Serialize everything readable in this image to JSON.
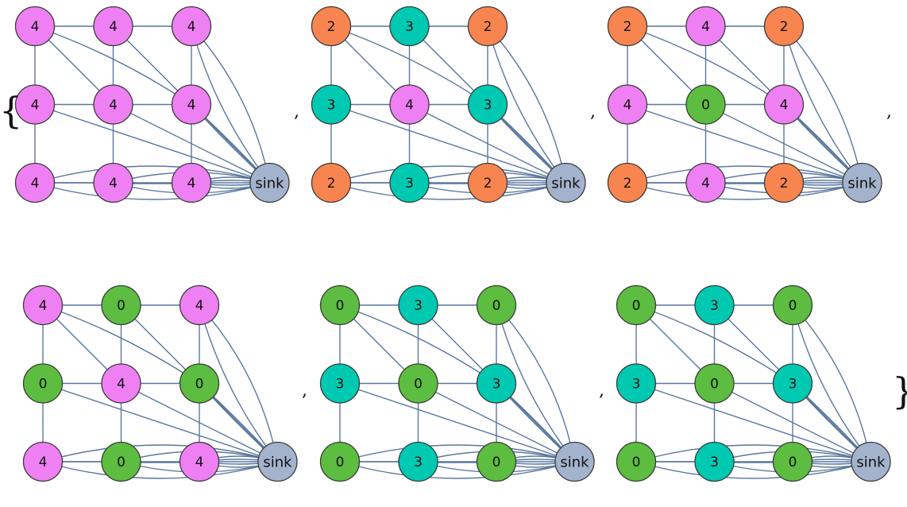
{
  "open_brace": "{",
  "close_brace": "}",
  "separator": ",",
  "sink_label": "sink",
  "colors": {
    "4": "#ef80f3",
    "3": "#00c9b2",
    "2": "#f8854f",
    "0": "#5dbd40",
    "sink": "#a3b3cd",
    "edge": "#5a779f",
    "node_stroke": "#3a3a3a"
  },
  "graphs": [
    {
      "values": [
        [
          4,
          4,
          4
        ],
        [
          4,
          4,
          4
        ],
        [
          4,
          4,
          4
        ]
      ]
    },
    {
      "values": [
        [
          2,
          3,
          2
        ],
        [
          3,
          4,
          3
        ],
        [
          2,
          3,
          2
        ]
      ]
    },
    {
      "values": [
        [
          2,
          4,
          2
        ],
        [
          4,
          0,
          4
        ],
        [
          2,
          4,
          2
        ]
      ]
    },
    {
      "values": [
        [
          4,
          0,
          4
        ],
        [
          0,
          4,
          0
        ],
        [
          4,
          0,
          4
        ]
      ]
    },
    {
      "values": [
        [
          0,
          3,
          0
        ],
        [
          3,
          0,
          3
        ],
        [
          0,
          3,
          0
        ]
      ]
    },
    {
      "values": [
        [
          0,
          3,
          0
        ],
        [
          3,
          0,
          3
        ],
        [
          0,
          3,
          0
        ]
      ]
    }
  ]
}
